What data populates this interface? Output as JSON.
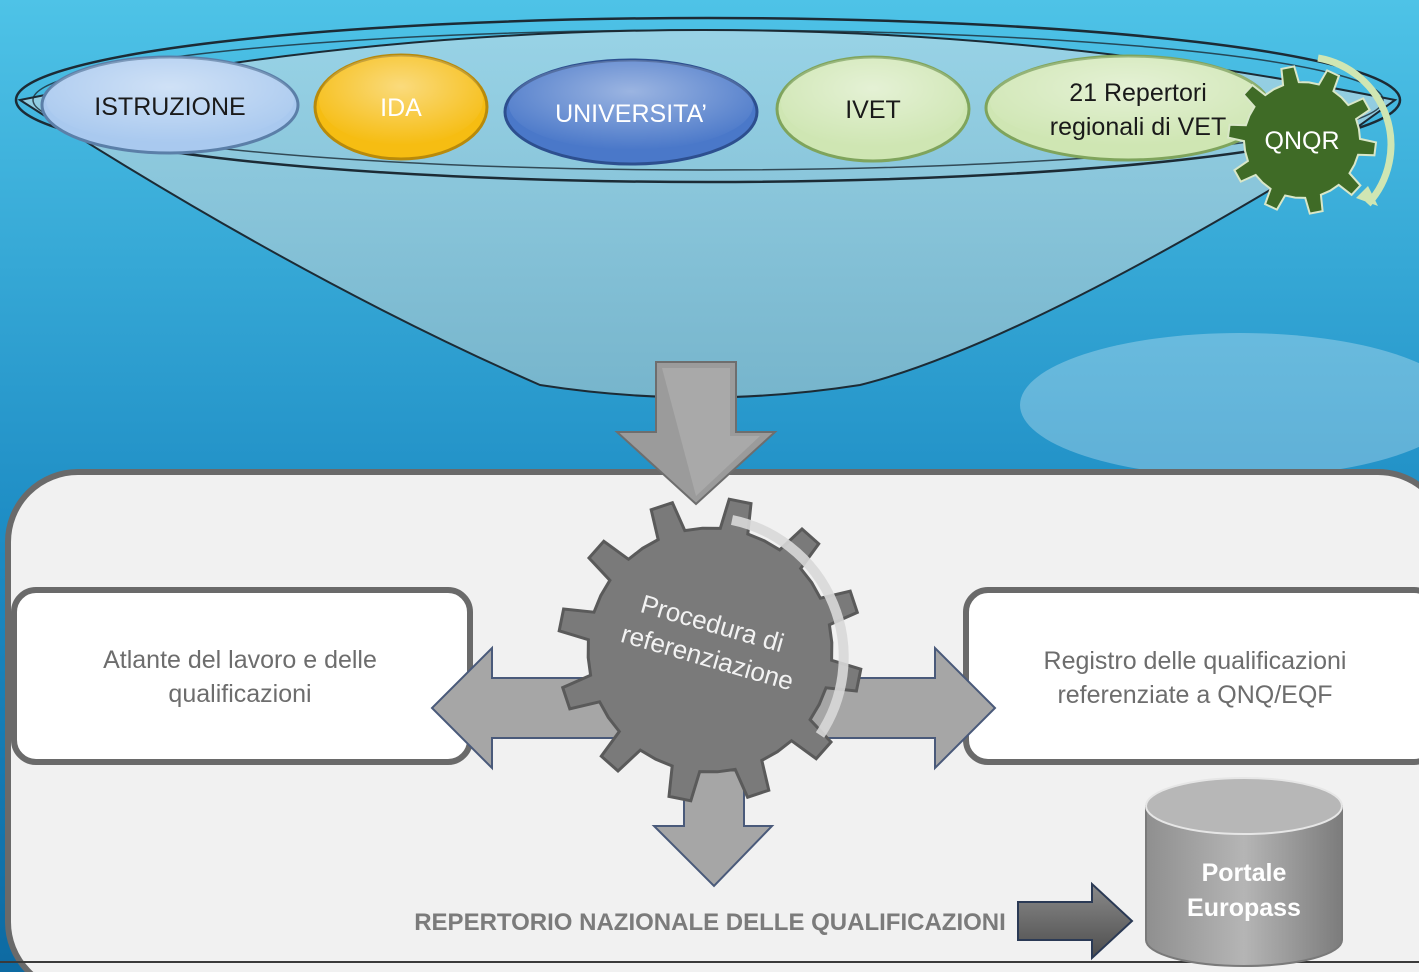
{
  "sources": [
    {
      "label": "ISTRUZIONE",
      "fill": "#a9c9ef",
      "text_color": "#1a1a1a"
    },
    {
      "label": "IDA",
      "fill": "#f6bd12",
      "text_color": "#ffffff"
    },
    {
      "label": "UNIVERSITA’",
      "fill": "#4a78c9",
      "text_color": "#ffffff"
    },
    {
      "label": "IVET",
      "fill": "#cfe6b3",
      "text_color": "#1a1a1a"
    },
    {
      "label_line1": "21 Repertori",
      "label_line2": "regionali di VET",
      "fill": "#cfe6b3",
      "text_color": "#1a1a1a"
    }
  ],
  "qnqr_gear": {
    "label": "QNQR",
    "fill": "#3f6b26",
    "icon": "gear-icon"
  },
  "central_gear": {
    "line1": "Procedura di",
    "line2": "referenziazione",
    "fill": "#7a7a7a",
    "icon": "gear-icon"
  },
  "left_box": {
    "line1": "Atlante del lavoro e delle",
    "line2": "qualificazioni"
  },
  "right_box": {
    "line1": "Registro delle qualificazioni",
    "line2": "referenziate a QNQ/EQF"
  },
  "bottom_label": "REPERTORIO NAZIONALE DELLE QUALIFICAZIONI",
  "portal": {
    "line1": "Portale",
    "line2": "Europass"
  },
  "colors": {
    "bg_top": "#4ec2e6",
    "bg_bottom": "#0f6fa8",
    "panel": "#f1f1f1",
    "panel_border": "#6a6a6a",
    "arrow": "#a6a6a6"
  }
}
